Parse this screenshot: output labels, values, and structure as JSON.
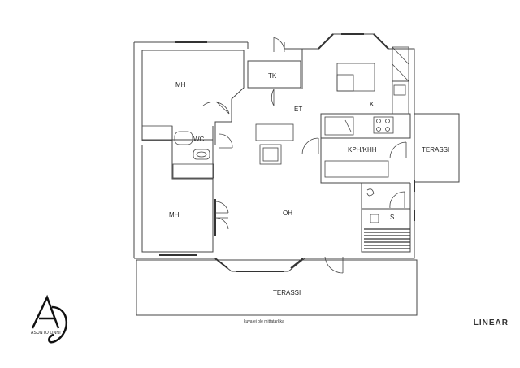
{
  "rooms": {
    "mh_top": "MH",
    "tk": "TK",
    "et": "ET",
    "k": "K",
    "wc": "WC",
    "kph_khh": "KPH/KHH",
    "terassi_right": "TERASSI",
    "mh_bottom": "MH",
    "oh": "OH",
    "s": "S",
    "terassi_bottom": "TERASSI"
  },
  "footer": {
    "note": "kuva ei ole mittatarkka",
    "brand": "LINEAR",
    "logo_caption": "ASUNTO ONNI"
  },
  "colors": {
    "wall": "#333333",
    "line": "#555555",
    "background": "#ffffff"
  }
}
